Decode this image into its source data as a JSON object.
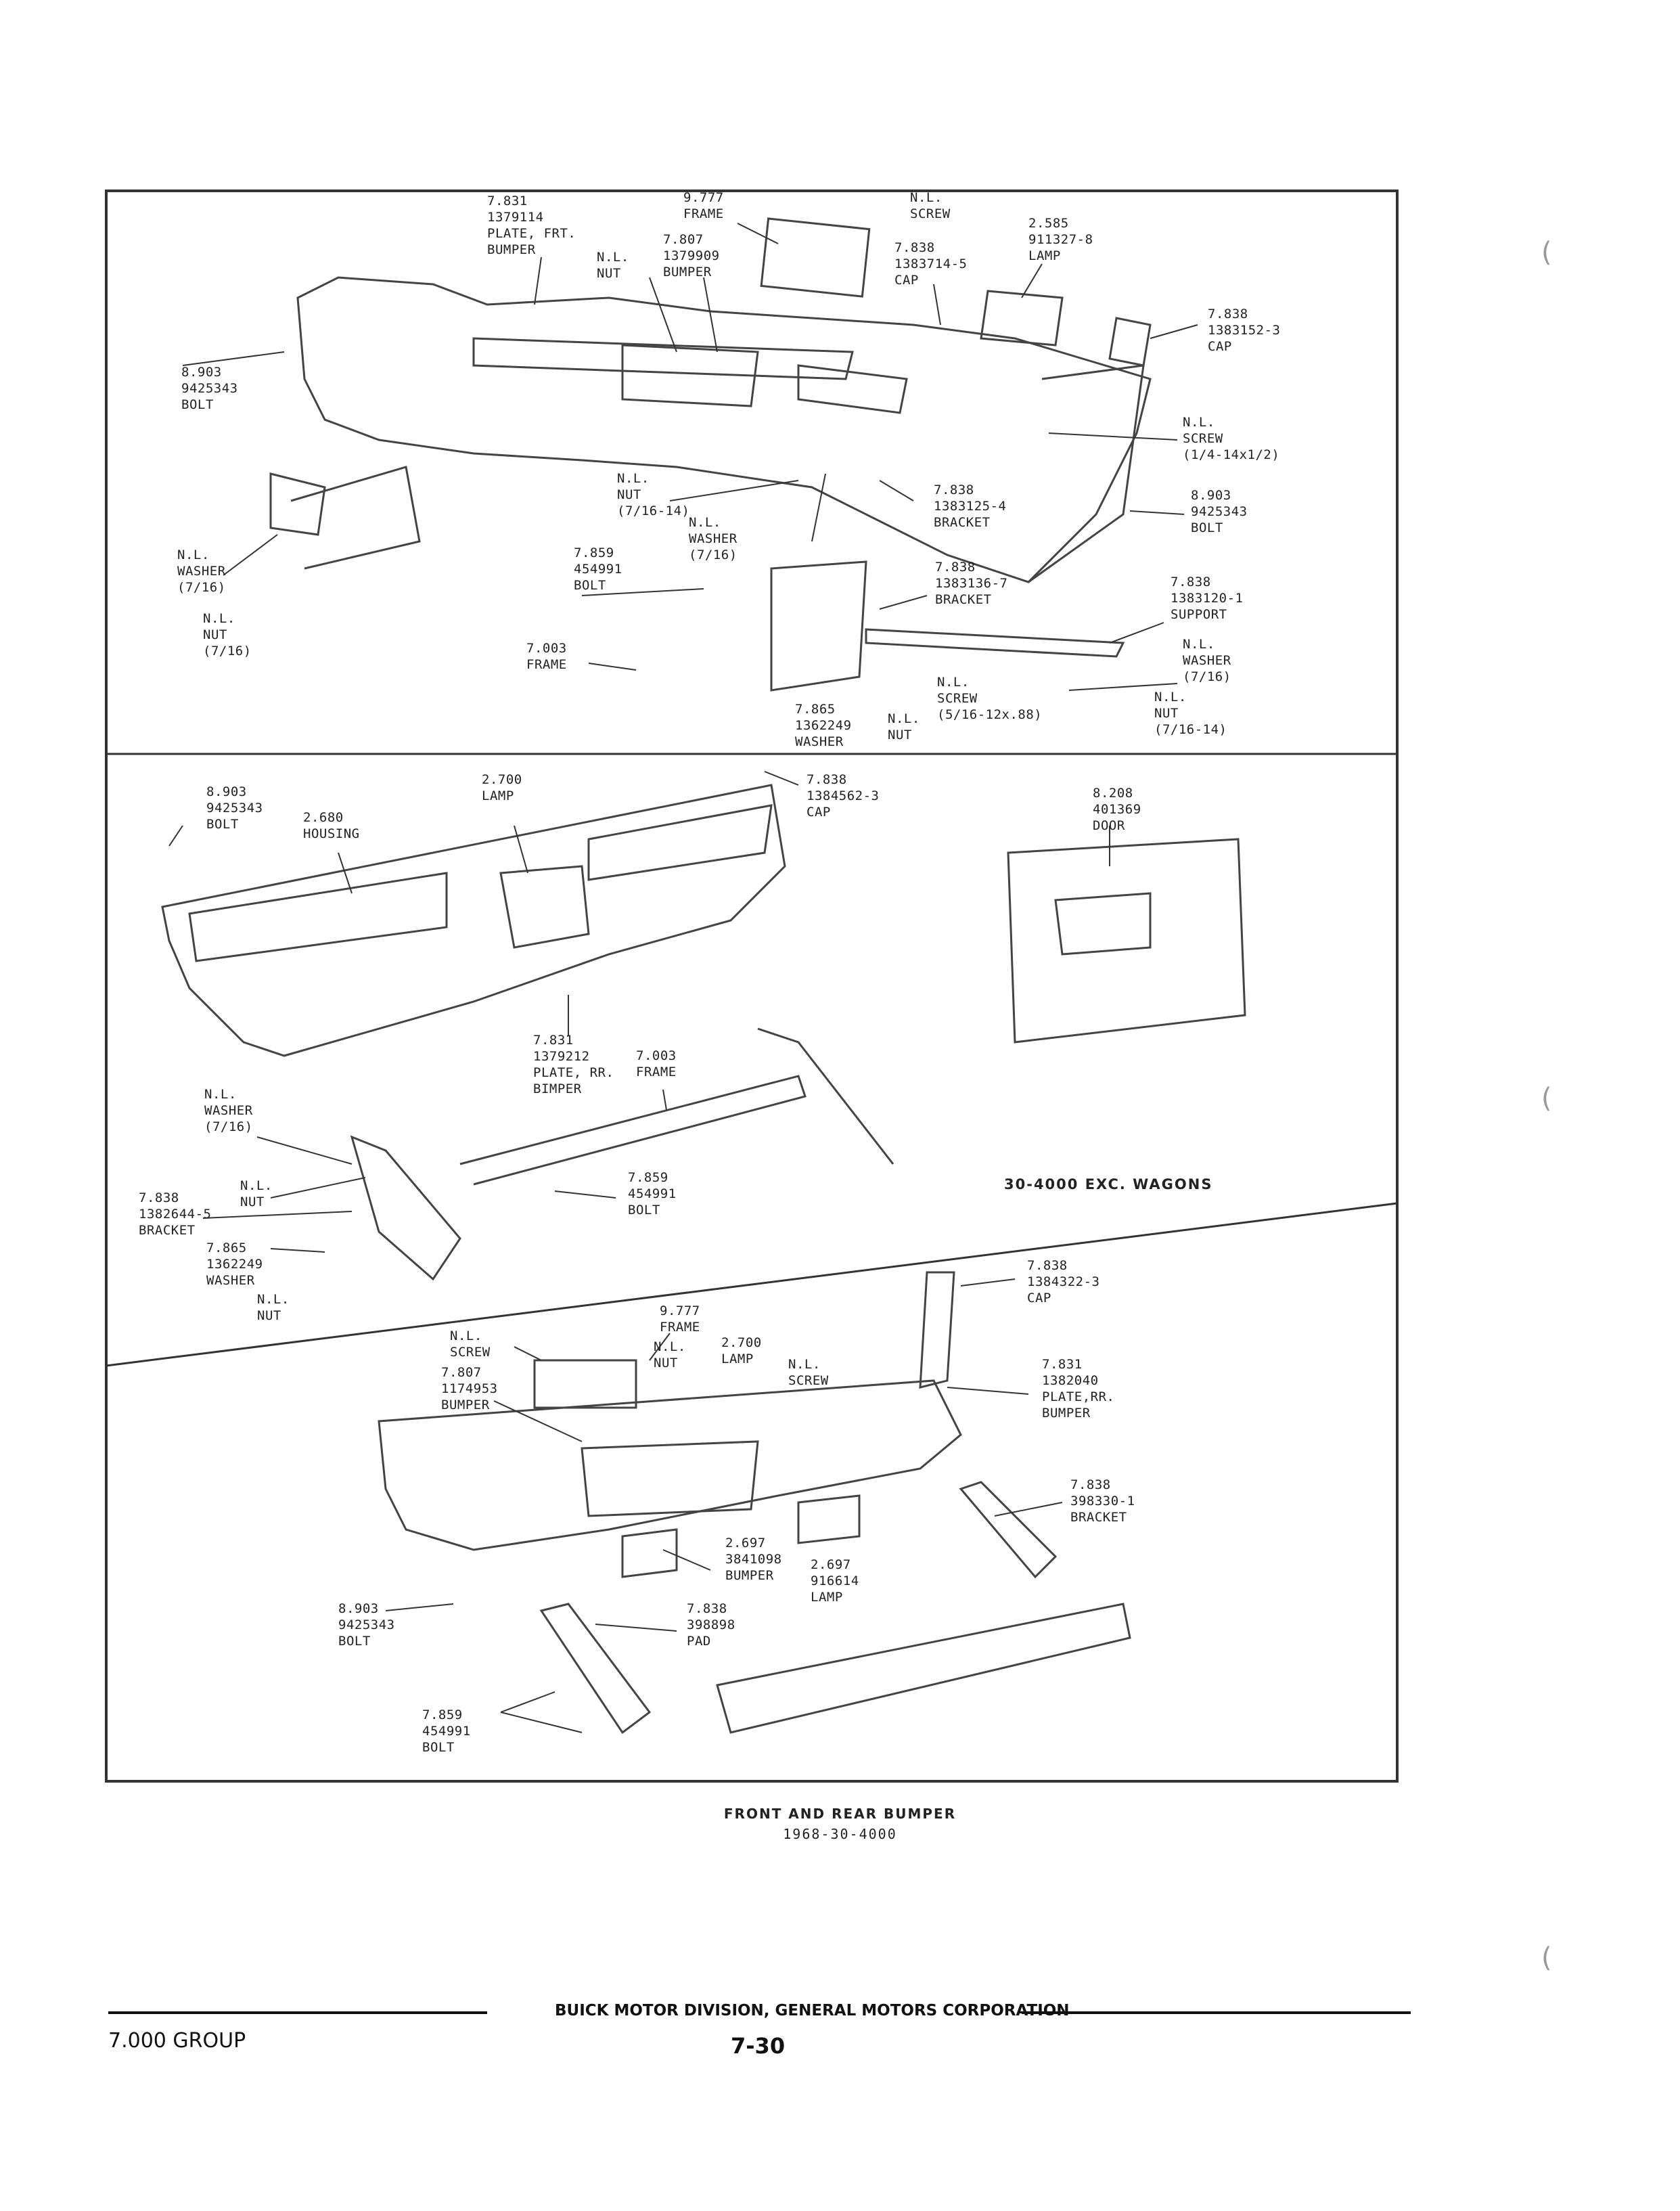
{
  "panel_front": {
    "labels": [
      {
        "id": "plate-frt",
        "lines": [
          "7.831",
          "1379114",
          "PLATE, FRT.",
          "BUMPER"
        ]
      },
      {
        "id": "frame-top",
        "lines": [
          "9.777",
          "FRAME"
        ]
      },
      {
        "id": "screw-top",
        "lines": [
          "N.L.",
          "SCREW"
        ]
      },
      {
        "id": "nut-top",
        "lines": [
          "N.L.",
          "NUT"
        ]
      },
      {
        "id": "bumper-top",
        "lines": [
          "7.807",
          "1379909",
          "BUMPER"
        ]
      },
      {
        "id": "cap-top",
        "lines": [
          "7.838",
          "1383714-5",
          "CAP"
        ]
      },
      {
        "id": "lamp-top",
        "lines": [
          "2.585",
          "911327-8",
          "LAMP"
        ]
      },
      {
        "id": "cap-right",
        "lines": [
          "7.838",
          "1383152-3",
          "CAP"
        ]
      },
      {
        "id": "bolt-left",
        "lines": [
          "8.903",
          "9425343",
          "BOLT"
        ]
      },
      {
        "id": "screw-right",
        "lines": [
          "N.L.",
          "SCREW",
          "(1/4-14x1/2)"
        ]
      },
      {
        "id": "bolt-right",
        "lines": [
          "8.903",
          "9425343",
          "BOLT"
        ]
      },
      {
        "id": "nut-mid",
        "lines": [
          "N.L.",
          "NUT",
          "(7/16-14)"
        ]
      },
      {
        "id": "washer-mid",
        "lines": [
          "N.L.",
          "WASHER",
          "(7/16)"
        ]
      },
      {
        "id": "bracket-a",
        "lines": [
          "7.838",
          "1383125-4",
          "BRACKET"
        ]
      },
      {
        "id": "washer-left",
        "lines": [
          "N.L.",
          "WASHER",
          "(7/16)"
        ]
      },
      {
        "id": "nut-left",
        "lines": [
          "N.L.",
          "NUT",
          "(7/16)"
        ]
      },
      {
        "id": "bolt-mid",
        "lines": [
          "7.859",
          "454991",
          "BOLT"
        ]
      },
      {
        "id": "bracket-b",
        "lines": [
          "7.838",
          "1383136-7",
          "BRACKET"
        ]
      },
      {
        "id": "support",
        "lines": [
          "7.838",
          "1383120-1",
          "SUPPORT"
        ]
      },
      {
        "id": "frame-mid",
        "lines": [
          "7.003",
          "FRAME"
        ]
      },
      {
        "id": "washer-right",
        "lines": [
          "N.L.",
          "WASHER",
          "(7/16)"
        ]
      },
      {
        "id": "screw-bottom",
        "lines": [
          "N.L.",
          "SCREW",
          "(5/16-12x.88)"
        ]
      },
      {
        "id": "washer-bottom",
        "lines": [
          "7.865",
          "1362249",
          "WASHER"
        ]
      },
      {
        "id": "nut-bottom",
        "lines": [
          "N.L.",
          "NUT"
        ]
      },
      {
        "id": "nut-bottom-right",
        "lines": [
          "N.L.",
          "NUT",
          "(7/16-14)"
        ]
      }
    ]
  },
  "panel_rear": {
    "heading": "30-4000 EXC. WAGONS",
    "labels": [
      {
        "id": "bolt",
        "lines": [
          "8.903",
          "9425343",
          "BOLT"
        ]
      },
      {
        "id": "housing",
        "lines": [
          "2.680",
          "HOUSING"
        ]
      },
      {
        "id": "lamp",
        "lines": [
          "2.700",
          "LAMP"
        ]
      },
      {
        "id": "cap",
        "lines": [
          "7.838",
          "1384562-3",
          "CAP"
        ]
      },
      {
        "id": "door",
        "lines": [
          "8.208",
          "401369",
          "DOOR"
        ]
      },
      {
        "id": "plate-rr",
        "lines": [
          "7.831",
          "1379212",
          "PLATE, RR.",
          "BIMPER"
        ]
      },
      {
        "id": "frame",
        "lines": [
          "7.003",
          "FRAME"
        ]
      },
      {
        "id": "washer",
        "lines": [
          "N.L.",
          "WASHER",
          "(7/16)"
        ]
      },
      {
        "id": "nut",
        "lines": [
          "N.L.",
          "NUT"
        ]
      },
      {
        "id": "bracket",
        "lines": [
          "7.838",
          "1382644-5",
          "BRACKET"
        ]
      },
      {
        "id": "bolt-2",
        "lines": [
          "7.859",
          "454991",
          "BOLT"
        ]
      },
      {
        "id": "washer-2",
        "lines": [
          "7.865",
          "1362249",
          "WASHER"
        ]
      },
      {
        "id": "nut-2",
        "lines": [
          "N.L.",
          "NUT"
        ]
      }
    ]
  },
  "panel_wagon": {
    "labels": [
      {
        "id": "cap",
        "lines": [
          "7.838",
          "1384322-3",
          "CAP"
        ]
      },
      {
        "id": "frame",
        "lines": [
          "9.777",
          "FRAME"
        ]
      },
      {
        "id": "screw-l",
        "lines": [
          "N.L.",
          "SCREW"
        ]
      },
      {
        "id": "nut",
        "lines": [
          "N.L.",
          "NUT"
        ]
      },
      {
        "id": "lamp",
        "lines": [
          "2.700",
          "LAMP"
        ]
      },
      {
        "id": "screw-r",
        "lines": [
          "N.L.",
          "SCREW"
        ]
      },
      {
        "id": "plate-rr",
        "lines": [
          "7.831",
          "1382040",
          "PLATE,RR.",
          "BUMPER"
        ]
      },
      {
        "id": "bumper",
        "lines": [
          "7.807",
          "1174953",
          "BUMPER"
        ]
      },
      {
        "id": "bracket",
        "lines": [
          "7.838",
          "398330-1",
          "BRACKET"
        ]
      },
      {
        "id": "bumper-2",
        "lines": [
          "2.697",
          "3841098",
          "BUMPER"
        ]
      },
      {
        "id": "lamp-2",
        "lines": [
          "2.697",
          "916614",
          "LAMP"
        ]
      },
      {
        "id": "bolt",
        "lines": [
          "8.903",
          "9425343",
          "BOLT"
        ]
      },
      {
        "id": "pad",
        "lines": [
          "7.838",
          "398898",
          "PAD"
        ]
      },
      {
        "id": "bolt-2",
        "lines": [
          "7.859",
          "454991",
          "BOLT"
        ]
      }
    ]
  },
  "caption": {
    "line1": "FRONT AND REAR BUMPER",
    "line2": "1968-30-4000"
  },
  "footer": {
    "group": "7.000 GROUP",
    "company": "BUICK MOTOR DIVISION, GENERAL MOTORS CORPORATION",
    "page": "7-30"
  }
}
